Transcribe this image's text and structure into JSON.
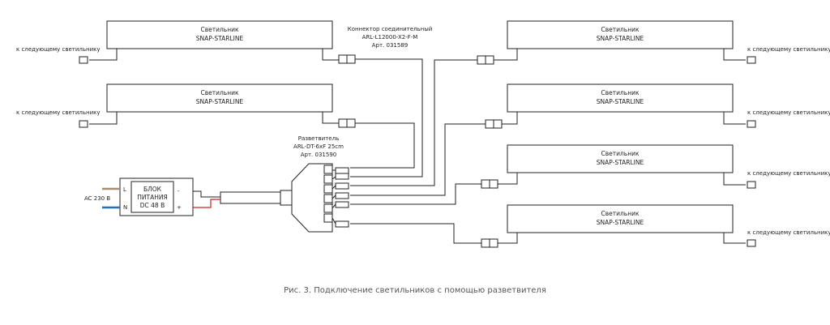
{
  "lamp": {
    "line1": "Светильник",
    "line2": "SNAP-STARLINE"
  },
  "next_label": "к следующему светильнику",
  "connector": {
    "line1": "Коннектор соединительный",
    "line2": "ARL-L12000-X2-F-M",
    "line3": "Арт. 031589"
  },
  "splitter": {
    "line1": "Разветвитель",
    "line2": "ARL-DT-6xF 25cm",
    "line3": "Арт. 031590"
  },
  "psu": {
    "line1": "БЛОК",
    "line2": "ПИТАНИЯ",
    "line3": "DC 48 В",
    "in_L": "L",
    "in_N": "N",
    "out_minus": "-",
    "out_plus": "+",
    "ac_label": "AC 230 В"
  },
  "colors": {
    "wire_L": "#a88c72",
    "wire_N": "#2a6fb5",
    "wire_plus": "#cc2222",
    "line": "#222222"
  },
  "caption": "Рис. 3. Подключение светильников с помощью разветвителя"
}
